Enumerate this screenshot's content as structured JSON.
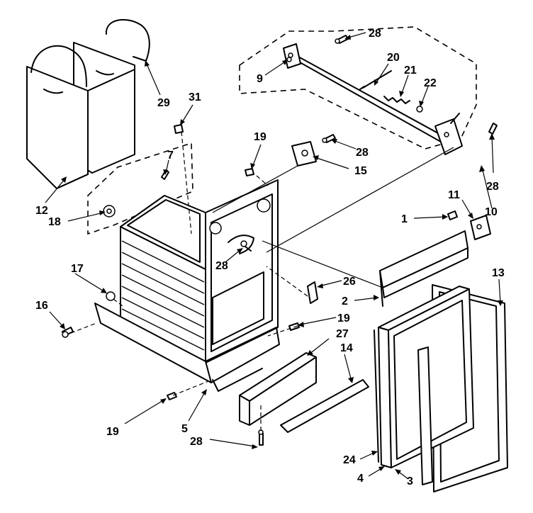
{
  "callouts": [
    {
      "id": "c1",
      "label": "1"
    },
    {
      "id": "c2",
      "label": "2"
    },
    {
      "id": "c3",
      "label": "3"
    },
    {
      "id": "c4",
      "label": "4"
    },
    {
      "id": "c5",
      "label": "5"
    },
    {
      "id": "c7",
      "label": "7"
    },
    {
      "id": "c9",
      "label": "9"
    },
    {
      "id": "c10",
      "label": "10"
    },
    {
      "id": "c11",
      "label": "11"
    },
    {
      "id": "c12",
      "label": "12"
    },
    {
      "id": "c13",
      "label": "13"
    },
    {
      "id": "c14",
      "label": "14"
    },
    {
      "id": "c15",
      "label": "15"
    },
    {
      "id": "c16",
      "label": "16"
    },
    {
      "id": "c17",
      "label": "17"
    },
    {
      "id": "c18",
      "label": "18"
    },
    {
      "id": "c19a",
      "label": "19"
    },
    {
      "id": "c19b",
      "label": "19"
    },
    {
      "id": "c19c",
      "label": "19"
    },
    {
      "id": "c20",
      "label": "20"
    },
    {
      "id": "c21",
      "label": "21"
    },
    {
      "id": "c22",
      "label": "22"
    },
    {
      "id": "c24",
      "label": "24"
    },
    {
      "id": "c26",
      "label": "26"
    },
    {
      "id": "c27",
      "label": "27"
    },
    {
      "id": "c28a",
      "label": "28"
    },
    {
      "id": "c28b",
      "label": "28"
    },
    {
      "id": "c28c",
      "label": "28"
    },
    {
      "id": "c28d",
      "label": "28"
    },
    {
      "id": "c28e",
      "label": "28"
    },
    {
      "id": "c29",
      "label": "29"
    },
    {
      "id": "c31",
      "label": "31"
    }
  ]
}
